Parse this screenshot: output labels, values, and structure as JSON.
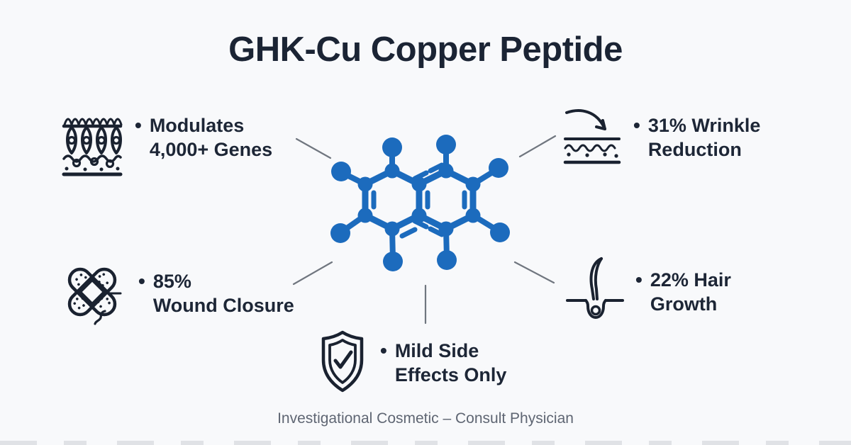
{
  "title": "GHK-Cu Copper Peptide",
  "callouts": [
    {
      "id": "genes",
      "icon": "skin-cell-layer-icon",
      "bullet": "•",
      "line1": "Modulates",
      "line2": "4,000+ Genes"
    },
    {
      "id": "wrinkle",
      "icon": "arrow-into-skin-icon",
      "bullet": "•",
      "line1": "31% Wrinkle",
      "line2": "Reduction"
    },
    {
      "id": "wound",
      "icon": "crossed-bandage-icon",
      "bullet": "•",
      "line1": "85%",
      "line2": "Wound Closure"
    },
    {
      "id": "hair",
      "icon": "hair-follicle-icon",
      "bullet": "•",
      "line1": "22% Hair",
      "line2": "Growth"
    },
    {
      "id": "side_effects",
      "icon": "shield-check-icon",
      "bullet": "•",
      "line1": "Mild Side",
      "line2": "Effects Only"
    }
  ],
  "disclaimer": "Investigational Cosmetic – Consult Physician",
  "molecule": {
    "label": "GHK-Cu molecule structure",
    "color": "#1c6bbd"
  },
  "colors": {
    "background": "#f8f9fb",
    "text_dark": "#1d2636",
    "molecule_blue": "#1c6bbd",
    "connector_gray": "#70767f",
    "disclaimer_gray": "#5f6673"
  }
}
